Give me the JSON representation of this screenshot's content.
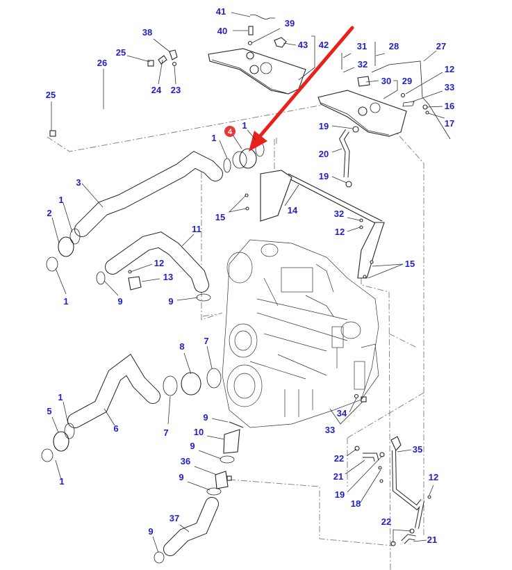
{
  "diagram": {
    "type": "exploded-parts-diagram",
    "subject": "Engine air intake hoses, coolant expansion tank and pipes",
    "highlight": {
      "part_number": "4",
      "badge_color": "#e8373a",
      "arrow_color": "#e8211c"
    },
    "label_color": "#2020c8",
    "callouts": [
      {
        "id": "c41a",
        "label": "41"
      },
      {
        "id": "c40a",
        "label": "40"
      },
      {
        "id": "c39a",
        "label": "39"
      },
      {
        "id": "c43a",
        "label": "43"
      },
      {
        "id": "c42a",
        "label": "42"
      },
      {
        "id": "c38a",
        "label": "38"
      },
      {
        "id": "c25a",
        "label": "25"
      },
      {
        "id": "c26a",
        "label": "26"
      },
      {
        "id": "c24a",
        "label": "24"
      },
      {
        "id": "c23a",
        "label": "23"
      },
      {
        "id": "c25b",
        "label": "25"
      },
      {
        "id": "c31a",
        "label": "31"
      },
      {
        "id": "c28a",
        "label": "28"
      },
      {
        "id": "c27a",
        "label": "27"
      },
      {
        "id": "c32a",
        "label": "32"
      },
      {
        "id": "c30a",
        "label": "30"
      },
      {
        "id": "c29a",
        "label": "29"
      },
      {
        "id": "c12a",
        "label": "12"
      },
      {
        "id": "c33a",
        "label": "33"
      },
      {
        "id": "c16a",
        "label": "16"
      },
      {
        "id": "c17a",
        "label": "17"
      },
      {
        "id": "c19a",
        "label": "19"
      },
      {
        "id": "c20a",
        "label": "20"
      },
      {
        "id": "c19b",
        "label": "19"
      },
      {
        "id": "c1a",
        "label": "1"
      },
      {
        "id": "c1b",
        "label": "1"
      },
      {
        "id": "c3a",
        "label": "3"
      },
      {
        "id": "c2a",
        "label": "2"
      },
      {
        "id": "c1c",
        "label": "1"
      },
      {
        "id": "c1d",
        "label": "1"
      },
      {
        "id": "c15a",
        "label": "15"
      },
      {
        "id": "c14a",
        "label": "14"
      },
      {
        "id": "c32b",
        "label": "32"
      },
      {
        "id": "c12b",
        "label": "12"
      },
      {
        "id": "c11a",
        "label": "11"
      },
      {
        "id": "c12c",
        "label": "12"
      },
      {
        "id": "c13a",
        "label": "13"
      },
      {
        "id": "c9a",
        "label": "9"
      },
      {
        "id": "c9b",
        "label": "9"
      },
      {
        "id": "c15b",
        "label": "15"
      },
      {
        "id": "c8a",
        "label": "8"
      },
      {
        "id": "c7a",
        "label": "7"
      },
      {
        "id": "c7b",
        "label": "7"
      },
      {
        "id": "c6a",
        "label": "6"
      },
      {
        "id": "c5a",
        "label": "5"
      },
      {
        "id": "c1e",
        "label": "1"
      },
      {
        "id": "c1f",
        "label": "1"
      },
      {
        "id": "c9c",
        "label": "9"
      },
      {
        "id": "c10a",
        "label": "10"
      },
      {
        "id": "c9d",
        "label": "9"
      },
      {
        "id": "c36a",
        "label": "36"
      },
      {
        "id": "c9e",
        "label": "9"
      },
      {
        "id": "c37a",
        "label": "37"
      },
      {
        "id": "c9f",
        "label": "9"
      },
      {
        "id": "c34a",
        "label": "34"
      },
      {
        "id": "c33b",
        "label": "33"
      },
      {
        "id": "c22a",
        "label": "22"
      },
      {
        "id": "c35a",
        "label": "35"
      },
      {
        "id": "c21a",
        "label": "21"
      },
      {
        "id": "c19c",
        "label": "19"
      },
      {
        "id": "c18a",
        "label": "18"
      },
      {
        "id": "c12d",
        "label": "12"
      },
      {
        "id": "c22b",
        "label": "22"
      },
      {
        "id": "c21b",
        "label": "21"
      }
    ]
  }
}
